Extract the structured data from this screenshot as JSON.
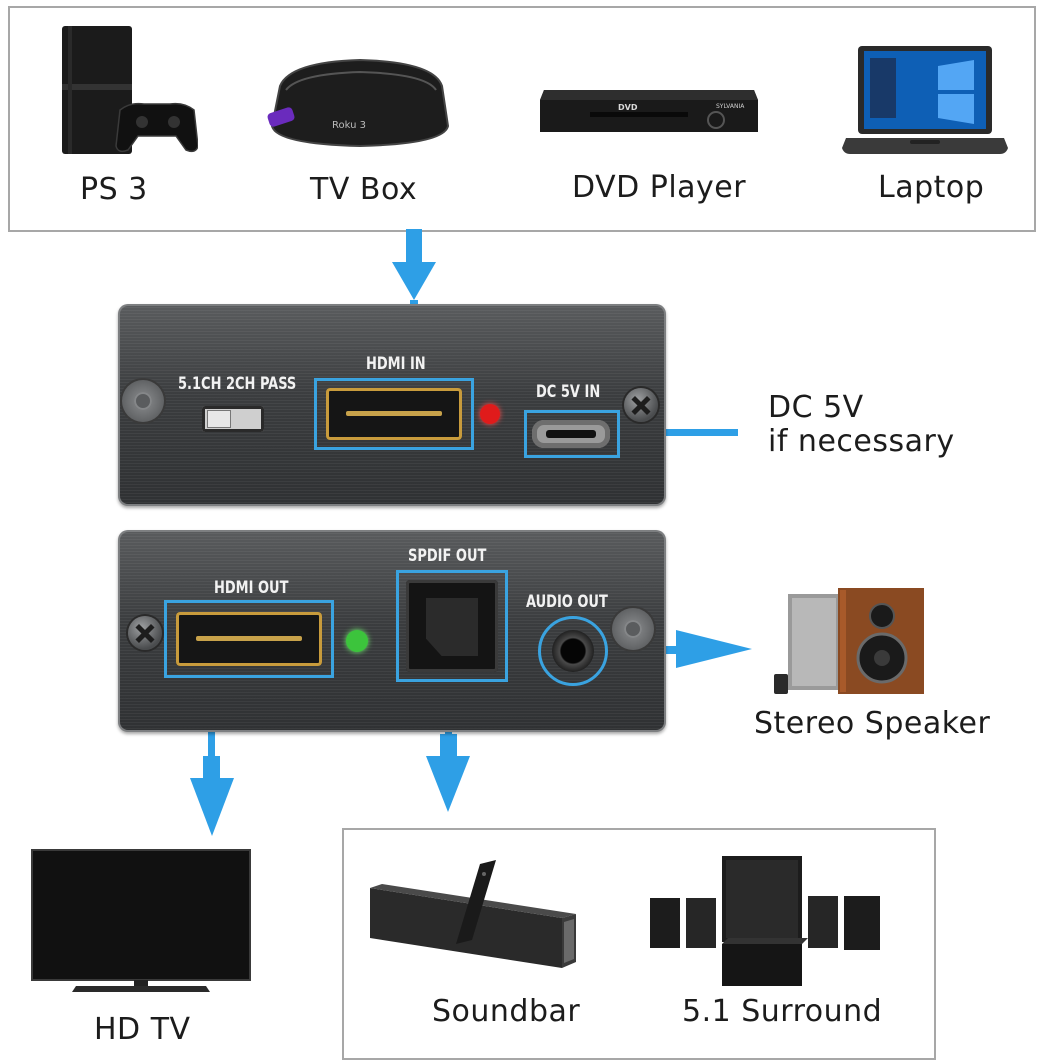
{
  "sources": {
    "items": [
      {
        "label": "PS 3",
        "icon": "ps3-console-icon"
      },
      {
        "label": "TV Box",
        "icon": "tv-box-icon"
      },
      {
        "label": "DVD Player",
        "icon": "dvd-player-icon"
      },
      {
        "label": "Laptop",
        "icon": "laptop-icon"
      }
    ],
    "tvbox_brand": "Roku 3",
    "dvd_brand": "SYLVANIA",
    "dvd_logo": "DVD"
  },
  "input_panel": {
    "switch_label": "5.1CH  2CH PASS",
    "hdmi_in_label": "HDMI IN",
    "dc_label": "DC 5V IN",
    "led_color": "#e01b1b"
  },
  "output_panel": {
    "hdmi_out_label": "HDMI OUT",
    "spdif_label": "SPDIF OUT",
    "audio_out_label": "AUDIO OUT",
    "led_color": "#3cc43c"
  },
  "power_note": {
    "line1": "DC 5V",
    "line2": "if necessary"
  },
  "destinations": {
    "stereo": "Stereo Speaker",
    "hdtv": "HD TV",
    "soundbar": "Soundbar",
    "surround": "5.1 Surround"
  },
  "colors": {
    "arrow": "#2e9fe6",
    "highlight": "#3aa3e0",
    "border": "#a7a7a7"
  }
}
